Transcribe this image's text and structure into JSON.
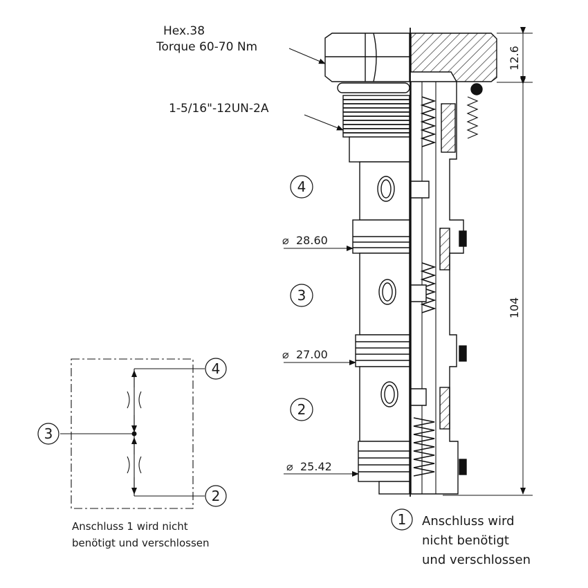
{
  "callouts": {
    "hex": "Hex.38",
    "torque": "Torque 60-70 Nm",
    "thread": "1-5/16\"-12UN-2A"
  },
  "diameters": {
    "d1": "28.60",
    "d2": "27.00",
    "d3": "25.42",
    "symbol": "⌀"
  },
  "dimensions": {
    "top": "12.6",
    "length": "104"
  },
  "ports": {
    "p1": "1",
    "p2": "2",
    "p3": "3",
    "p4": "4"
  },
  "notes": {
    "right_line1": "Anschluss wird",
    "right_line2": "nicht benötigt",
    "right_line3": "und verschlossen",
    "left_line1": "Anschluss 1 wird nicht",
    "left_line2": "benötigt und verschlossen"
  }
}
